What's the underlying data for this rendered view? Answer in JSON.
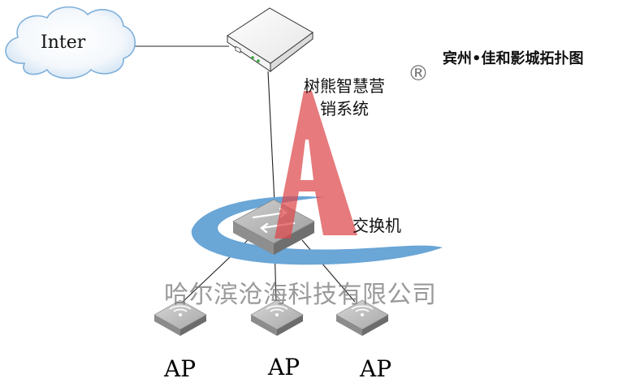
{
  "title": "宾州•佳和影城拓扑图",
  "registered_mark": "®",
  "cloud": {
    "label": "Inter"
  },
  "gateway": {
    "label_line1": "树熊智慧营",
    "label_line2": "销系统"
  },
  "switch": {
    "label": "交换机"
  },
  "watermark": "哈尔滨沧海科技有限公司",
  "access_points": [
    {
      "label": "AP"
    },
    {
      "label": "AP"
    },
    {
      "label": "AP"
    }
  ],
  "colors": {
    "ring_blue": "#6aa6d6",
    "logo_red": "#dd5a5c",
    "device_grey": "#b5b5b5",
    "line": "#222222"
  }
}
